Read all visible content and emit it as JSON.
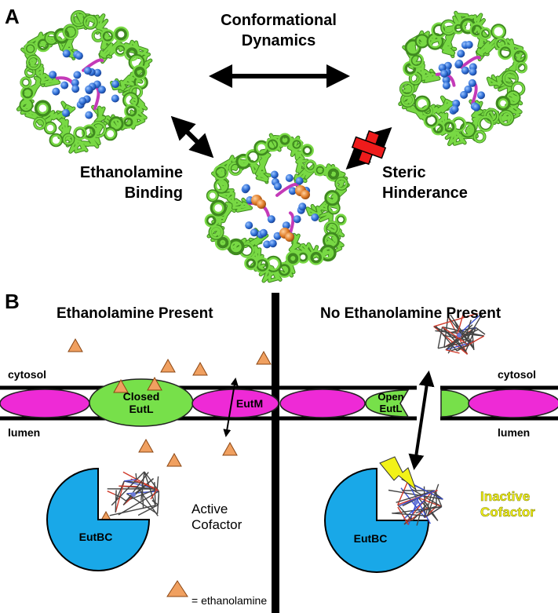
{
  "panel_a": {
    "letter": "A",
    "label_conformational": "Conformational\nDynamics",
    "label_ethanolamine_binding": "Ethanolamine\nBinding",
    "label_steric": "Steric\nHinderance"
  },
  "panel_b": {
    "letter": "B",
    "left": {
      "title": "Ethanolamine Present",
      "cytosol": "cytosol",
      "lumen": "lumen",
      "closed_eutl": "Closed\nEutL",
      "eutm": "EutM",
      "eutbc": "EutBC",
      "cofactor": "Active\nCofactor"
    },
    "right": {
      "title": "No Ethanolamine Present",
      "cytosol": "cytosol",
      "lumen": "lumen",
      "open_eutl": "Open\nEutL",
      "eutbc": "EutBC",
      "cofactor": "Inactive\nCofactor"
    },
    "legend": "= ethanolamine"
  },
  "colors": {
    "protein_green": "#6ccf3c",
    "loop_magenta": "#c43ab8",
    "sphere_blue": "#2f6fd6",
    "ligand_orange": "#e07c28",
    "membrane_pink": "#ee2ad6",
    "eutl_green": "#77e04a",
    "eutbc_blue": "#19a8e8",
    "triangle_orange": "#f0a060",
    "inactive_yellow": "#f2f218",
    "block_red": "#ee1b1b"
  }
}
